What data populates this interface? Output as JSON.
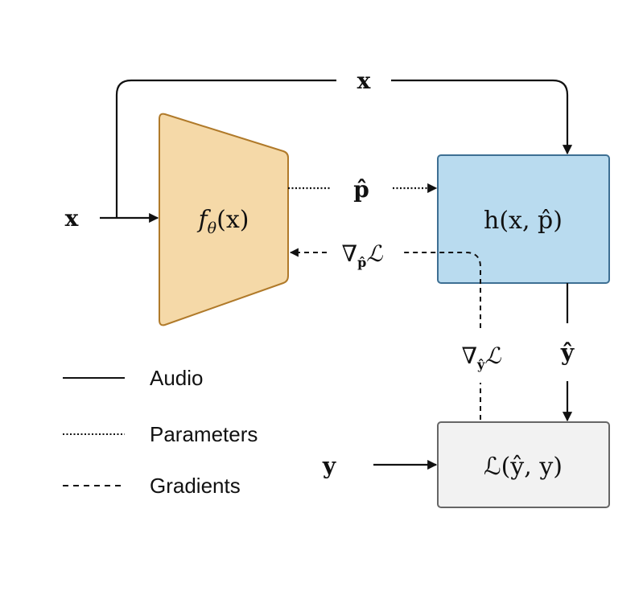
{
  "labels": {
    "x_top": "x",
    "x_left": "x",
    "p_hat": "p̂",
    "grad_p": "∇",
    "grad_p_sub": "p̂",
    "grad_p_L": "ℒ",
    "grad_y": "∇",
    "grad_y_sub": "ŷ",
    "grad_y_L": "ℒ",
    "y_hat": "ŷ",
    "y_in": "y"
  },
  "boxes": {
    "encoder": {
      "f": "f",
      "theta": "θ",
      "arg": "(x)",
      "color": "#f5d9a8",
      "stroke": "#b07a2a"
    },
    "synth": {
      "label": "h(x, p̂)",
      "color": "#b9dbef",
      "stroke": "#3d6f93"
    },
    "loss": {
      "label": "ℒ(ŷ, y)",
      "color": "#f2f2f2",
      "stroke": "#666666"
    }
  },
  "legend": {
    "audio": "Audio",
    "parameters": "Parameters",
    "gradients": "Gradients"
  }
}
